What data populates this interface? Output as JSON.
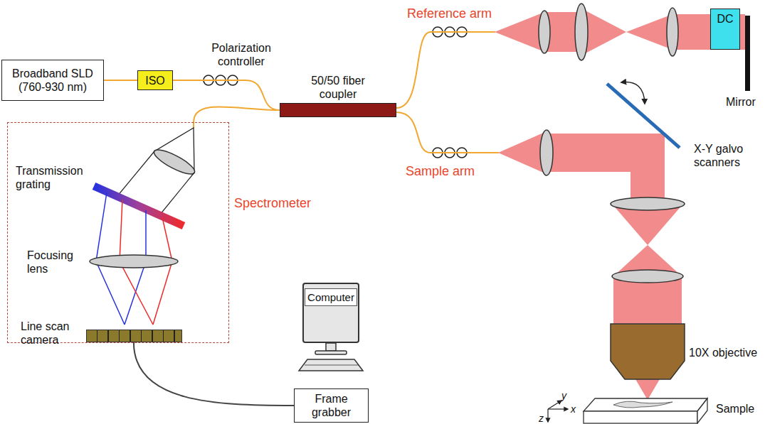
{
  "diagram": {
    "nodes": [
      {
        "text": [
          "Broadband SLD (760-930 nm)"
        ]
      },
      {
        "text": [
          "ISO"
        ]
      },
      {
        "text": [
          "50/50 fiber coupler"
        ]
      },
      {
        "text": [
          "Spectrometer"
        ]
      },
      {
        "text": [
          "Line scan camera"
        ],
        "in": 3
      },
      {
        "text": [
          "Computer"
        ]
      },
      {
        "text": [
          "Frame grabber"
        ]
      },
      {
        "text": [
          "DC"
        ]
      }
    ],
    "edges": [
      {
        "from": 0,
        "to": 1,
        "arrow": "none"
      },
      {
        "from": 1,
        "to": 2,
        "arrow": "none"
      },
      {
        "from": 2,
        "to": 3,
        "arrow": "none"
      },
      {
        "from": 4,
        "to": 6,
        "arrow": "none"
      }
    ],
    "labels": [
      "Polarization controller",
      "Reference arm",
      "Sample arm",
      "Mirror",
      "X-Y galvo scanners",
      "10X objective",
      "Sample",
      "Transmission grating",
      "Focusing lens",
      "y",
      "x",
      "z"
    ]
  }
}
